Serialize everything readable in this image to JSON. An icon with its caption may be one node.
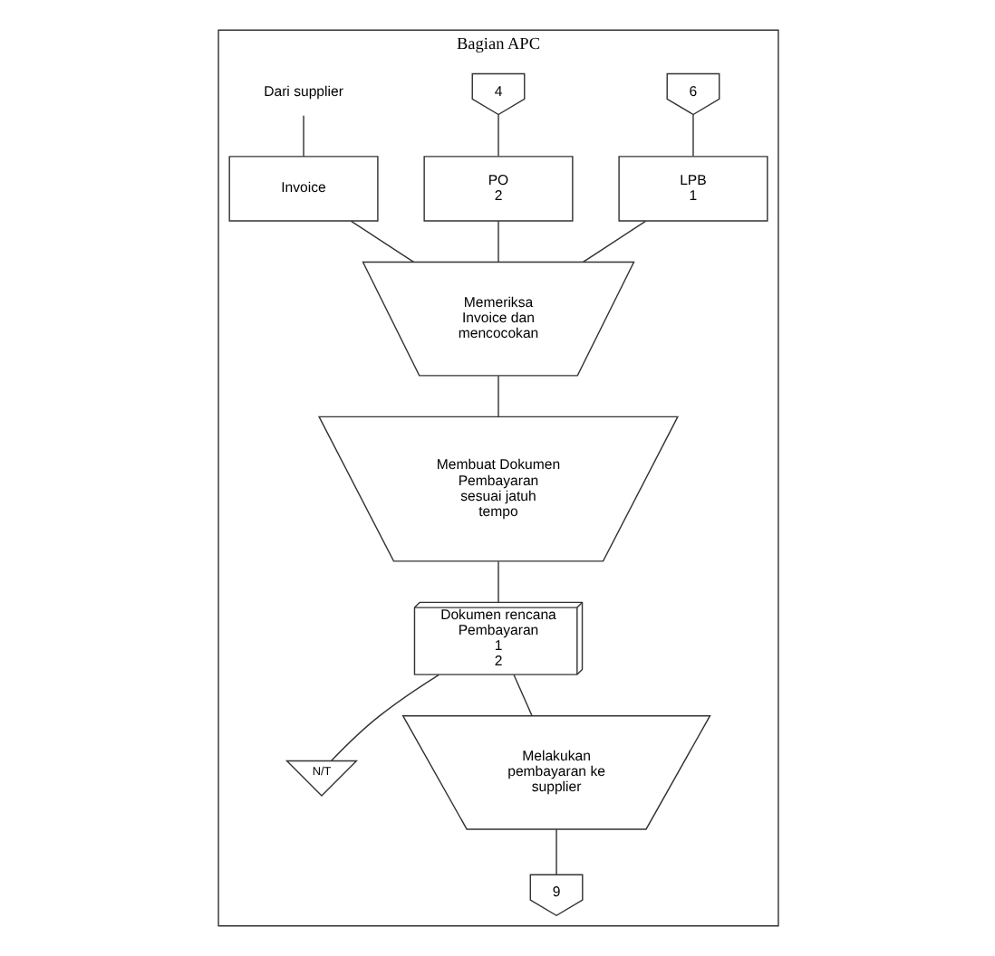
{
  "diagram": {
    "nodes": [
      {
        "text": [
          "Bagian APC"
        ]
      },
      {
        "text": [
          "6"
        ],
        "in": 0
      },
      {
        "text": [
          "4"
        ],
        "in": 0
      },
      {
        "text": [
          "Dari supplier"
        ],
        "in": 0
      },
      {
        "text": [
          "LPB",
          "1"
        ],
        "in": 0
      },
      {
        "text": [
          "PO",
          "2"
        ],
        "in": 0
      },
      {
        "text": [
          "Invoice"
        ],
        "in": 0
      },
      {
        "text": [
          "Memeriksa Invoice dan mencocokan"
        ],
        "in": 0
      },
      {
        "text": [
          "Membuat Dokumen Pembayaran sesuai jatuh tempo"
        ],
        "in": 0
      },
      {
        "text": [
          "Dokumen rencana Pembayaran",
          "1",
          "2"
        ],
        "in": 0
      },
      {
        "text": [
          "N/T"
        ],
        "in": 0
      },
      {
        "text": [
          "Melakukan pembayaran ke supplier"
        ],
        "in": 0
      },
      {
        "text": [
          "9"
        ],
        "in": 0
      }
    ],
    "edges": [
      {
        "from": 1,
        "to": 4,
        "arrow": "none"
      },
      {
        "from": 2,
        "to": 5,
        "arrow": "none"
      },
      {
        "from": 3,
        "to": 6,
        "arrow": "none"
      },
      {
        "from": 4,
        "to": 7,
        "arrow": "none"
      },
      {
        "from": 5,
        "to": 7,
        "arrow": "none"
      },
      {
        "from": 6,
        "to": 7,
        "arrow": "none"
      },
      {
        "from": 7,
        "to": 8,
        "arrow": "none"
      },
      {
        "from": 8,
        "to": 9,
        "arrow": "none"
      },
      {
        "from": 9,
        "to": 10,
        "arrow": "none"
      },
      {
        "from": 9,
        "to": 11,
        "arrow": "none"
      },
      {
        "from": 11,
        "to": 12,
        "arrow": "none"
      }
    ]
  }
}
